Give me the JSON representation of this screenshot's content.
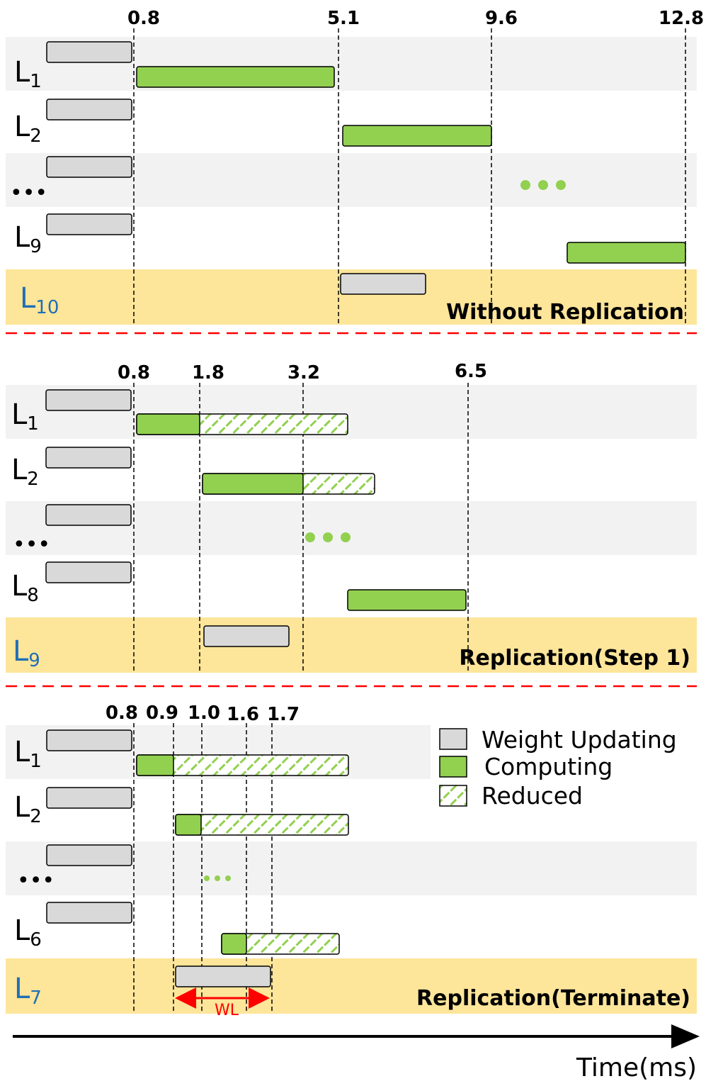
{
  "colors": {
    "weight_updating": "#d9d9d9",
    "computing": "#92d050",
    "reduced_hatch": "#92d050",
    "highlight_row": "#fde59a",
    "stripe_row": "#f2f2f2",
    "divider": "#ff0000",
    "replica_label": "#1f6fb5"
  },
  "legend": {
    "weight_updating": "Weight Updating",
    "computing": "Computing",
    "reduced": "Reduced"
  },
  "axis": {
    "label": "Time(ms)"
  },
  "panels": [
    {
      "caption": "Without Replication",
      "ticks": [
        "0.8",
        "5.1",
        "9.6",
        "12.8"
      ],
      "rows": [
        {
          "main": "L",
          "sub": "1"
        },
        {
          "main": "L",
          "sub": "2"
        },
        {
          "main": "•••",
          "sub": ""
        },
        {
          "main": "L",
          "sub": "9"
        },
        {
          "main": "L",
          "sub": "10"
        }
      ],
      "ellipsis": "•••"
    },
    {
      "caption": "Replication(Step 1)",
      "ticks": [
        "0.8",
        "1.8",
        "3.2",
        "6.5"
      ],
      "rows": [
        {
          "main": "L",
          "sub": "1"
        },
        {
          "main": "L",
          "sub": "2"
        },
        {
          "main": "•••",
          "sub": ""
        },
        {
          "main": "L",
          "sub": "8"
        },
        {
          "main": "L",
          "sub": "9"
        }
      ],
      "ellipsis": "•••"
    },
    {
      "caption": "Replication(Terminate)",
      "ticks": [
        "0.8",
        "0.9",
        "1.0",
        "1.6",
        "1.7"
      ],
      "rows": [
        {
          "main": "L",
          "sub": "1"
        },
        {
          "main": "L",
          "sub": "2"
        },
        {
          "main": "•••",
          "sub": ""
        },
        {
          "main": "L",
          "sub": "6"
        },
        {
          "main": "L",
          "sub": "7"
        }
      ],
      "ellipsis": "•••",
      "wl_label": "WL"
    }
  ]
}
